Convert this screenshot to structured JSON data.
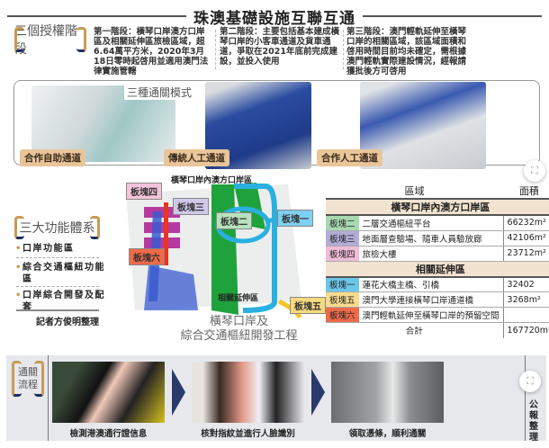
{
  "title": "珠澳基礎設施互聯互通",
  "stages": {
    "heading": "三個授權階段",
    "items": [
      "第一階段：橫琴口岸澳方口岸區及相關延伸區旅檢區域，超6.64萬平方米，2020年3月18日零時起啓用並適用澳門法律實施管轄",
      "第二階段：主要包括基本建成橫琴口岸的小客車通道及貨車通道，爭取在2021年底前完成建設，並投入使用",
      "第三階段：澳門輕軌延伸至橫琴口岸的相關區域，該區域面積和啓用時間目前均未確定，需根據澳門輕軌實際建設情況，經報請獲批後方可啓用"
    ]
  },
  "gates": {
    "heading": "三種通關模式",
    "labels": [
      "合作自助通道",
      "傳統人工通道",
      "合作人工通道"
    ]
  },
  "functions": {
    "heading": "三大功能體系",
    "items": [
      "口岸功能區",
      "綜合交通樞紐功能區",
      "口岸綜合開發及配套"
    ],
    "credit": "記者方俊明整理"
  },
  "map": {
    "top_label": "橫琴口岸內澳方口岸區",
    "ext_label": "相關延伸區",
    "title_line1": "橫琴口岸及",
    "title_line2": "綜合交通樞紐開發工程",
    "tags": {
      "b1": "板塊一",
      "b2": "板塊二",
      "b3": "板塊三",
      "b4": "板塊四",
      "b5": "板塊五",
      "b6": "板塊六"
    }
  },
  "table": {
    "col_area": "區域",
    "col_size": "面積",
    "sec1": "橫琴口岸內澳方口岸區",
    "rows1": [
      {
        "tag": "板塊二",
        "name": "二層交通樞紐平台",
        "size": "66232m²",
        "color": "#a8d8b0"
      },
      {
        "tag": "板塊三",
        "name": "地面層查驗場、隨車人員驗放廊",
        "size": "42106m²",
        "color": "#b3acd6"
      },
      {
        "tag": "板塊四",
        "name": "旅檢大樓",
        "size": "23712m²",
        "color": "#f2bcd8"
      }
    ],
    "sec2": "相關延伸區",
    "rows2": [
      {
        "tag": "板塊一",
        "name": "蓮花大橋主橋、引橋",
        "size": "32402",
        "color": "#6cc6ea"
      },
      {
        "tag": "板塊五",
        "name": "澳門大學連接橫琴口岸通道橋",
        "size": "3268m²",
        "color": "#f7dc8c"
      },
      {
        "tag": "板塊六",
        "name": "澳門輕軌延伸至橫琴口岸的預留空間",
        "size": "",
        "color": "#ee6a4a"
      }
    ],
    "total_label": "合計",
    "total": "167720m²"
  },
  "process": {
    "heading1": "通關",
    "heading2": "流程",
    "steps": [
      "檢測港澳通行證信息",
      "核對指紋並進行人臉識別",
      "領取憑條，順利通關"
    ],
    "credit": "公報整理"
  }
}
